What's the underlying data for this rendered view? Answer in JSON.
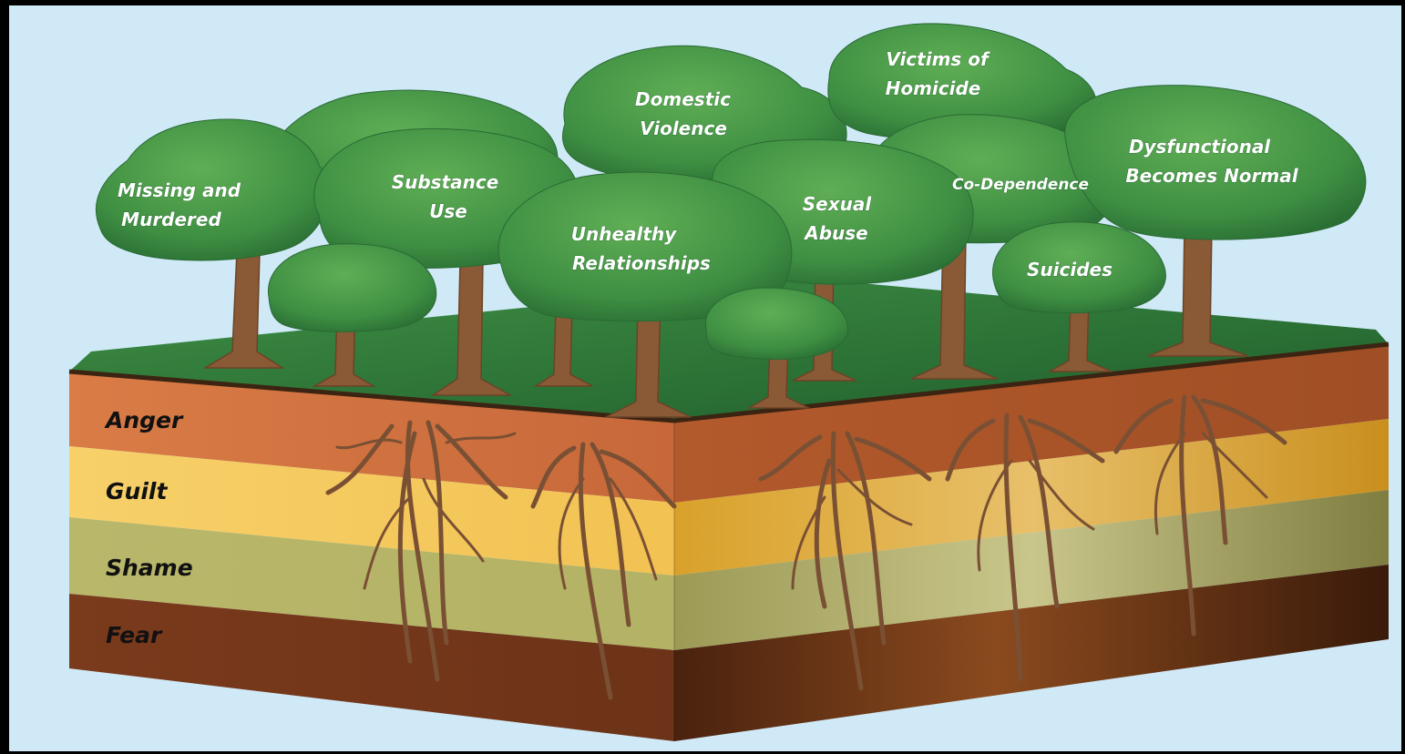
{
  "diagram": {
    "trees": [
      {
        "id": "missing",
        "lines": [
          "Missing and",
          "Murdered"
        ]
      },
      {
        "id": "substance",
        "lines": [
          "Substance",
          "Use"
        ]
      },
      {
        "id": "domestic",
        "lines": [
          "Domestic",
          "Violence"
        ]
      },
      {
        "id": "homicide",
        "lines": [
          "Victims of",
          "Homicide"
        ]
      },
      {
        "id": "unhealthy",
        "lines": [
          "Unhealthy",
          "Relationships"
        ]
      },
      {
        "id": "sexual",
        "lines": [
          "Sexual",
          "Abuse"
        ]
      },
      {
        "id": "codependence",
        "lines": [
          "Co-Dependence"
        ]
      },
      {
        "id": "dysfunctional",
        "lines": [
          "Dysfunctional",
          "Becomes Normal"
        ]
      },
      {
        "id": "suicides",
        "lines": [
          "Suicides"
        ]
      }
    ],
    "layers": [
      {
        "id": "anger",
        "label": "Anger",
        "color": "#c96a37"
      },
      {
        "id": "guilt",
        "label": "Guilt",
        "color": "#f0c04c"
      },
      {
        "id": "shame",
        "label": "Shame",
        "color": "#b0ae63"
      },
      {
        "id": "fear",
        "label": "Fear",
        "color": "#7a3a1c"
      }
    ],
    "colors": {
      "sky": "#cfe9f7",
      "grass": "#2f7a3a",
      "canopy": "#3f8f43",
      "trunk": "#8a5a36",
      "root": "#7a5034"
    }
  }
}
